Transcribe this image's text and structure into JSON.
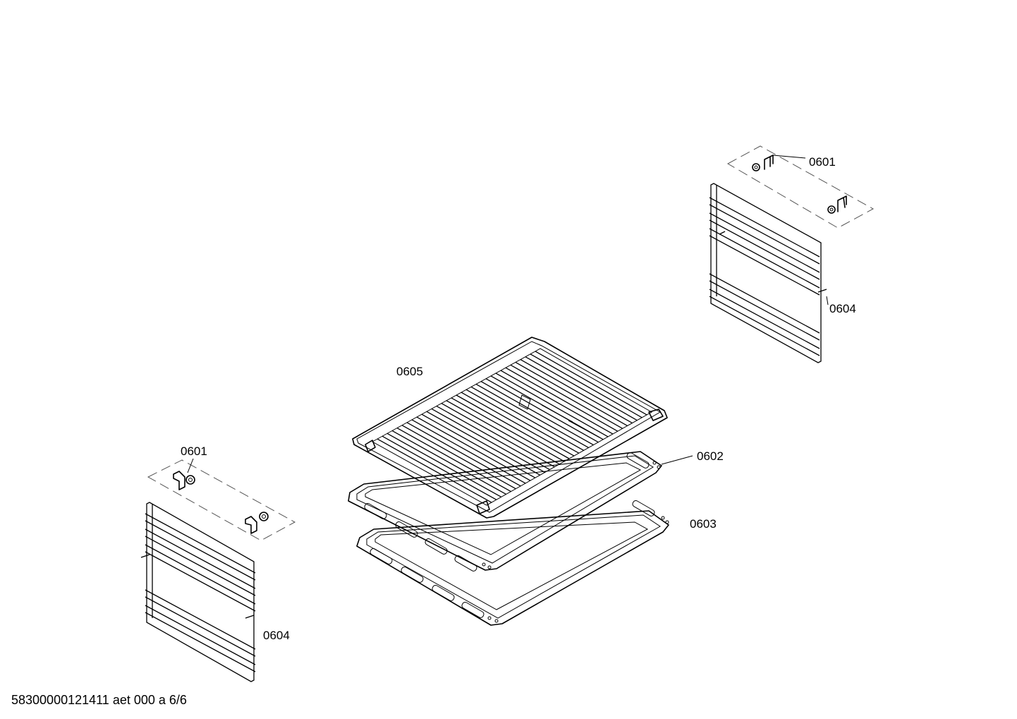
{
  "labels": {
    "clip_top": "0601",
    "rail_right": "0604",
    "rack": "0605",
    "tray_upper": "0602",
    "tray_lower": "0603",
    "clip_left": "0601",
    "rail_left": "0604"
  },
  "footer": {
    "document_code": "58300000121411 aet 000 a 6/6"
  },
  "style": {
    "line_color": "#000000",
    "background": "#ffffff"
  }
}
